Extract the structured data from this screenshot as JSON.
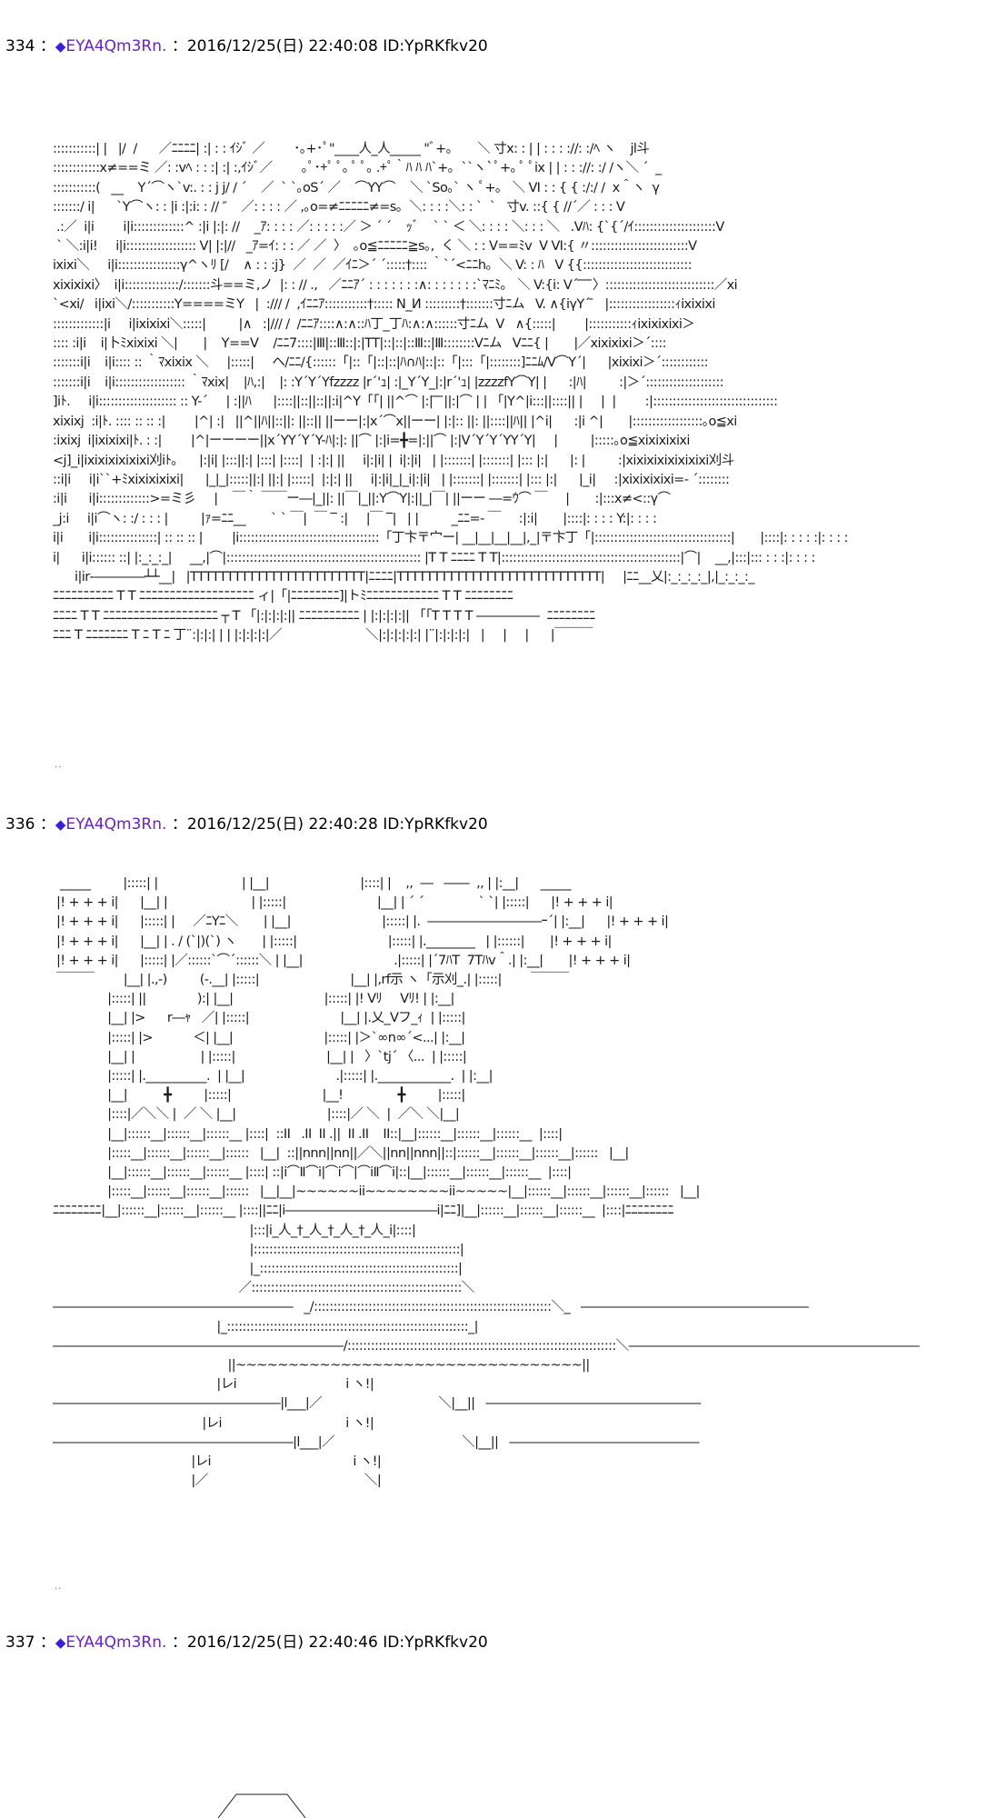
{
  "posts": [
    {
      "number": "334",
      "separator": "：",
      "trip_name": "EYA4Qm3Rn.",
      "colon": "：",
      "date": "2016/12/25(日) 22:40:08",
      "id": "ID:YpRKfkv20",
      "art_lines": [
        ":::::::::::| |   |/  /      ／ﾆﾆﾆﾆ| :| : : ｲｼﾞ ／        ･｡+･ﾟ\"____人_人_____ \"ﾞ+｡       ＼ 寸x: : | | : : : ://: :/ﾍ ヽ    jl斗",
        "::::::::::::x≠==ミ ／: :vﾍ : : :| :| :,ｲｼﾞ／        ｡ﾟ･+ﾟ ﾟ｡ ﾟ ﾟ｡ .+ﾟ｀ﾊ ﾊ ﾊ`+｡  ``ヽ`ﾟ+｡ ﾟ ﾟix | | : : ://: :/ /ヽ＼ ´  _",
        ":::::::::::(   __    Y´⌒ヽ`v:. : : j j/ / ´    ／  ` `｡oS´ ／    ⌒YY⌒    ＼ `So｡` ヽ ﾟ+｡   ＼ Ⅵ : : { { :/:/ /  x＾ヽ  γ",
        ":::::::/ i|      `Y⌒ヽ: : |i :|:i: : // ″    ／: : : : ／ ,｡o=≠ﾆﾆﾆﾆﾆ≠=s｡  ＼: : : :＼: : `  `   寸v. ::{ { //´／ : : : V",
        " .:／  i|i        i|i:::::::::::::^ :|i |:|: //    _ｱ: : : : ／: : : : :／ ＞ ´ ´    ｯﾞ    ` ` ＜ ＼: : : : ＼: : : ＼   .Vﾊ: {`{´/ｲ:::::::::::::::::::::V",
        " ` ＼:i|i!     i|i:::::::::::::::::: V| |:|//   _ｱ=ｲ: : : ／ ／  〉  ｡o≦ﾆﾆﾆﾆﾆ≧s｡,  く ＼ : : V==ﾐv  V Ⅵ:{ 〃:::::::::::::::::::::::::V",
        "ixixi＼     i|i::::::::::::::::γ^ヽﾘ [/    ∧ : : :j}  ／  ／  ／ｲﾆ＞´ ´:::::†:::: ｀`´<ﾆﾆh｡  ＼ V: : ﾊ   V {{::::::::::::::::::::::::::::",
        "xixixixi〉  i|i::::::::::::::/:::::::斗==ミ,ノ  |: : // .,   ／ﾆﾆｱ´ : : : : : : :∧: : : : : : :`ﾏﾆﾐ｡   ＼ V:{i: V´ ̄ ̄ ̄ ̄〉::::::::::::::::::::::::::::／xi",
        "`<xi/   i|ixi＼/:::::::::::Y====ミY   |  :/// /  ,ｲﾆﾆｱ:::::::::::†::::: N_И :::::::::†:::::::寸ﾆム   V. ∧{iγY´ ̄   |:::::::::::::::::ｨixixixi",
        ":::::::::::::|i     i|ixixixi＼:::::|         |∧   :|/// /  /ﾆﾆｱ::::∧:∧::ﾊ丁_丁ﾊ:∧:∧::::::寸ﾆム  V   ∧{:::::|        |:::::::::::ｨixixixixi＞",
        ":::: :i|i    i|卜ﾐxixixi ＼|       |    Y==V    /ﾆﾆ7::::|Ⅲ|::Ⅲ::|:|TT|::|::|::Ⅲ::|Ⅲ::::::::Vﾆム   Vﾆﾆ{ |       |／xixixixi＞´::::",
        ":::::::i|i    i|i:::: :: ｀ﾏxixix ＼     |:::::|     ヘ/ﾆﾆ/{::::::「|::「|::|::|ﾊ∩ﾊ|::|::「|:::「|::::::::]ﾆﾆﾑ/V⌒Y´|      |xixixi＞´::::::::::::",
        ":::::::i|i    i|i:::::::::::::::::: ｀ﾏxix|    |ﾊ,:|    |: :Y´Y´Yfzzzz |r´'ｭ| :|_Y´Y_|:|r´'ｭ| |zzzzfY⌒Y| |      :|ﾊ|         :|＞´::::::::::::::::::::",
        "]iﾄ.     i|i:::::::::::::::::::: :: Y-´     | :||ﾊ      |::::||::||::||:i|^Y「「| ||^⌒ |:| ̄ ̄ ̄||:|⌒ | | 「|Y^|i:::||::::|| |     |  |        :|::::::::::::::::::::::::::::::::",
        "xixixj  :i|ﾄ. :::: :: :: :|        |^| :|   ||^||ﾊ||::||: ||::|| ||ーー|:|x´⌒x||ーー| |:|:: ||: ||::::||ﾊ|| |^i|      :|i ^|       |::::::::::::::::::｡o≦xi",
        ":ixixj  i|ixixixi|ﾄ. : :|        |^|ーーーー||x´YY´Y´Y-ﾊ|:|: ||⌒ |:|i=╋=|:||⌒ |:|V´Y´Y´YY´Y|     |         |:::::｡o≦xixixixixi",
        "<j]_i|ixixixixixixi刈iﾄ｡      |:|i| |:::||:| |:::| |::::|  | :|:| ||     i|:|i| |  i|:|i|   | |:::::::| |:::::::| |::: |:|      |: |         :|xixixixixixixixi刈斗",
        "::i|i     i|i``+ﾐxixixixixi|      |_|_|:::::||:| ||:| |:::::|  |:|:| ||     i|:|i|_|_i|:|i|   | |:::::::| |:::::::| |::: |:|      |_i|     :|xixixixixi=- ´::::::::",
        ":i|i      i|i:::::::::::::>=ミ彡     |    ￣｀ ￣￣ー―|_||: ||￣|_||:Y⌒Y|:||_|￣| ||ーー ―=ｳ⌒ ￣     |       :|:::x≠<::γ⌒",
        "_j:i     i|i⌒ヽ: :/ : : : |         |ｧ=ﾆﾆ__       ` ` ￣|  ￣ ‾ :|     |￣ ‾|   | |         _ﾆﾆ=- ￣     :|:i|       |::::|: : : : Y:|: : : :",
        "i|i       i|i:::::::::::::::| :: :: :: |        |i::::::::::::::::::::::::::::::::::::「丁卞〒宀ー| __|__|__|__|,_|〒卞丁「|:::::::::::::::::::::::::::::::::::|       |::::|: : : : :|: : : :",
        "i|      i|i:::::: ::| |:_:_:_|     __,|⌒|:::::::::::::::::::::::::::::::::::::::::::::::::: |T T ﾆﾆﾆﾆ T T|::::::::::::::::::::::::::::::::::::::::::::::|⌒|    __,|:::|::: : : :|: : : :",
        "      i|ir‐――――┴┴__|   |TTTTTTTTTTTTTTTTTTTTTTTT|ﾆﾆﾆﾆ|TTTTTTTTTTTTTTTTTTTTTTTTTTTT|     |ﾆﾆ__乂|:_:_:_:_|,|_:_:_:_",
        "ﾆﾆﾆﾆﾆﾆﾆﾆﾆﾆ T T ﾆﾆﾆﾆﾆﾆﾆﾆﾆﾆﾆﾆﾆﾆﾆﾆﾆﾆﾆ ィ|「|ﾆﾆﾆﾆﾆﾆﾆﾆ]|トﾐﾆﾆﾆﾆﾆﾆﾆﾆﾆﾆﾆﾆ T T ﾆﾆﾆﾆﾆﾆﾆﾆ",
        "ﾆﾆﾆﾆ T T ﾆﾆﾆﾆﾆﾆﾆﾆﾆﾆﾆﾆﾆﾆﾆﾆﾆﾆﾆ ┬ T 「|:|:|:|:|| ﾆﾆﾆﾆﾆﾆﾆﾆﾆﾆ | |:|:|:|:|| 「「T T T T ―――――  ﾆﾆﾆﾆﾆﾆﾆﾆ",
        "ﾆﾆﾆ T ﾆﾆﾆﾆﾆﾆﾆ T ﾆ T ﾆ 丁¨:|:|:| | | |:|:|:|:|／                       ＼|:|:|:|:|:| |¨|:|:|:|:|   |     |     |      |￣￣￣"
      ],
      "trailing_dots": ".."
    },
    {
      "number": "336",
      "separator": "：",
      "trip_name": "EYA4Qm3Rn.",
      "colon": "：",
      "date": "2016/12/25(日) 22:40:28",
      "id": "ID:YpRKfkv20",
      "art_lines": [
        "  _____         |:::::| |                       | |__|                         |::::| |    ,,  ―   ――  ,, | |:__|      _____",
        " |! + + + i|      |__| |                       | |:::::|                         |__| | ´ ´               ` `| |:::::|      |! + + + i|",
        " |! + + + i|      |:::::| |     ／ﾆYﾆ＼       | |__|                         |:::::| |.  ―――――――――ｰ´| |:__|      |! + + + i|",
        " |! + + + i|      |__| | . / (`|)(`) ヽ       | |:::::|                         |:::::| |.________   | |::::::|       |! + + + i|",
        " |! + + + i|      |:::::| |／::::::`⌒´::::::＼ | |__|                         .|:::::| |´7ﾊT  7Tﾊv＾.| |:__|       |! + + + i|",
        " ￣￣￣        |__| |.,-)         (-.__| |:::::|                         |__| |,rf示 ヽ「示刈_.| |:::::|        ￣￣￣",
        "               |:::::| ||              ):| |__|                         |:::::| |! Vﾘ     Vﾘ! | |:__|",
        "               |__| |>      r―ｬ   ／| |:::::|                         |__| |.乂_Vフ_ｨ  | |:::::|",
        "               |:::::| |>           ＜| |__|                         |:::::| |＞`∞n∞´<...| |:__|",
        "               |__| |                  | |:::::|                         |__| |   〉`tj´ 〈...  | |:::::|",
        "               |:::::| |.__________.  | |__|                         .|:::::| |.____________.  | |:__|",
        "               |__|          ╋         |:::::|                         |__!               ╋         |:::::|",
        "               |::::|／＼＼ |  ／ ＼ |__|                         |::::|／ ＼  |  ／＼ ＼|__|",
        "               |__|::::::__|::::::__|::::::__ |::::|  ::II   .II  II .||  II .II    II::|__|::::::__|::::::__|::::::__  |::::|",
        "               |:::::__|::::::__|::::::__|::::::   |__|  ::||nnn||nn||／＼||nn||nnn||::|::::::__|::::::__|::::::__|::::::   |__|",
        "               |__|::::::__|::::::__|::::::__ |::::| ::|i⌒Ⅱ⌒i|⌒i⌒|⌒iⅡ⌒i|::|__|::::::__|::::::__|::::::__  |::::|",
        "               |:::::__|::::::__|::::::__|::::::   |__|__|~~~~~~ii~~~~~~~~ii~~~~~|__|::::::__|::::::__|::::::__|::::::   |__|",
        "ﾆﾆﾆﾆﾆﾆﾆﾆ|__|::::::__|::::::__|::::::__ |::::||ﾆﾆ|i――――――――――――i|ﾆﾆ]|__|::::::__|::::::__|::::::__  |::::|ﾆﾆﾆﾆﾆﾆﾆﾆ",
        "                                                      |:::|i_人_†_人_†_人_†_人_i|::::|",
        "                                                      |:::::::::::::::::::::::::::::::::::::::::::::::::::::|",
        "                                                      |_:::::::::::::::::::::::::::::::::::::::::::::::::::|",
        "                                                   ／::::::::::::::::::::::::::::::::::::::::::::::::::::::＼",
        "―――――――――――――――――――   _/:::::::::::::::::::::::::::::::::::::::::::::::::::::::::::::＼_   ――――――――――――――――――",
        "                                             |_::::::::::::::::::::::::::::::::::::::::::::::::::::::::::::::_|",
        "―――――――――――――――――――――――/:::::::::::::::::::::::::::::::::::::::::::::::::::::::::::::::::::::＼―――――――――――――――――――――――",
        "                                                ||~~~~~~~~~~~~~~~~~~~~~~~~~~~~~~~~~||",
        "                                             |レi                              i ヽ!|",
        "――――――――――――――――――|l___|／                                ＼|__||   ―――――――――――――――――",
        "                                         |レi                                  i ヽ!|",
        "―――――――――――――――――――|l___|／                                   ＼|__||   ―――――――――――――――",
        "                                      |レi                                       i ヽ!|",
        "                                      |／                                           ＼|"
      ],
      "trailing_dots": ".."
    },
    {
      "number": "337",
      "separator": "：",
      "trip_name": "EYA4Qm3Rn.",
      "colon": "：",
      "date": "2016/12/25(日) 22:40:46",
      "id": "ID:YpRKfkv20",
      "art_lines": []
    }
  ],
  "colors": {
    "diamond": "#3a1fd8",
    "name": "#6b22c4",
    "text": "#000000"
  }
}
